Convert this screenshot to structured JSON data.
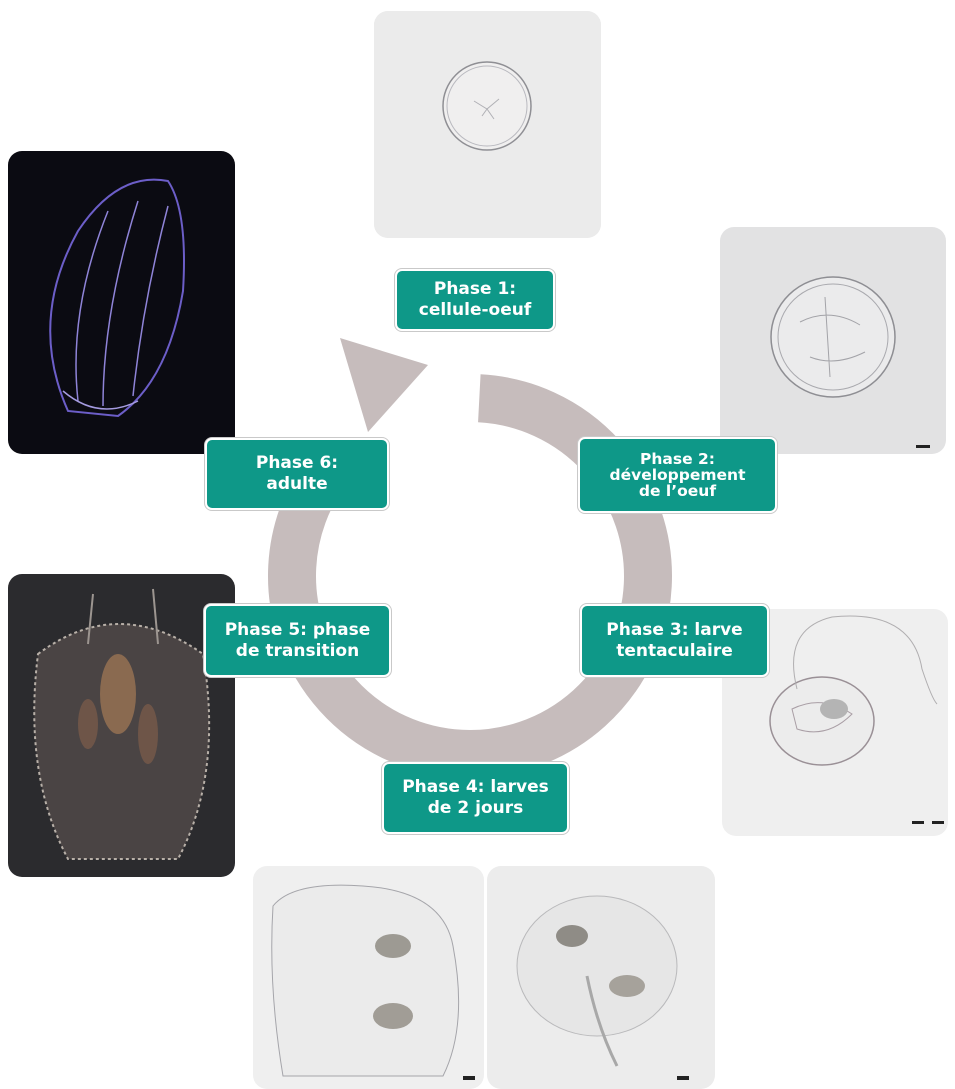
{
  "phases": [
    {
      "label": "Phase 1:\ncellule-oeuf"
    },
    {
      "label": "Phase 2:\ndéveloppement\nde l’oeuf"
    },
    {
      "label": "Phase 3: larve\ntentaculaire"
    },
    {
      "label": "Phase 4: larves\nde 2 jours"
    },
    {
      "label": "Phase 5: phase\nde transition"
    },
    {
      "label": "Phase 6:\nadulte"
    }
  ],
  "colors": {
    "label_bg": "#0e9888",
    "arrow": "#c6bcbc",
    "dark_photo_bg": "#0b0b12",
    "light_photo_bg": "#e9e9e9"
  }
}
